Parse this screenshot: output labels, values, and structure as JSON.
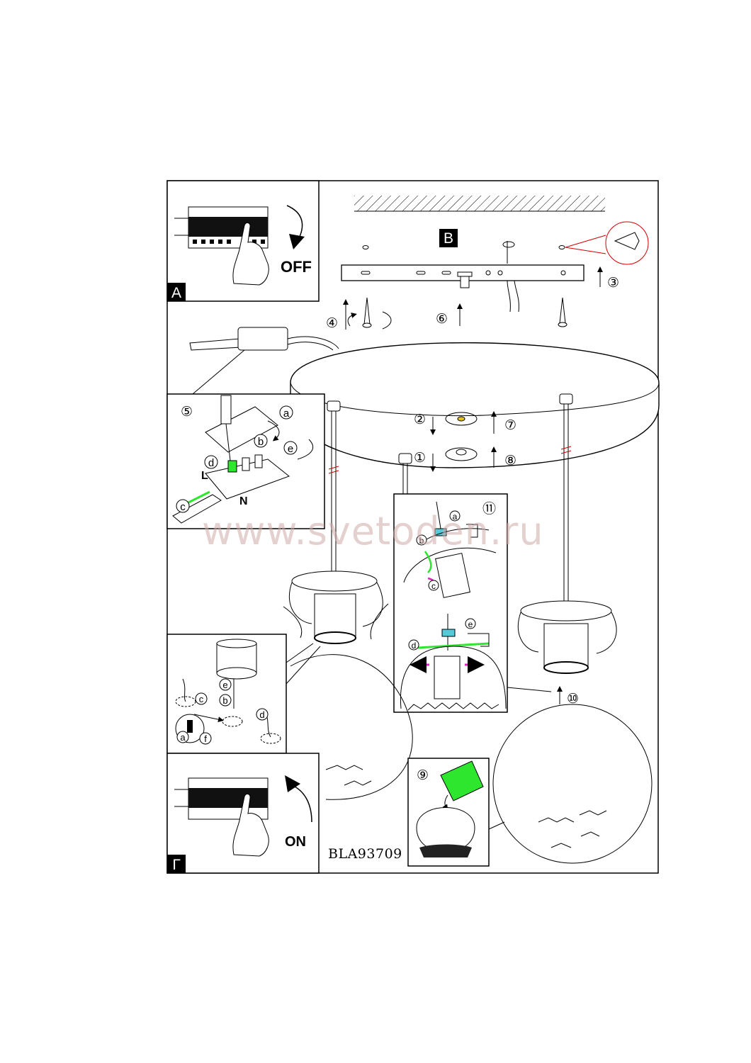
{
  "panels": {
    "a": {
      "tag": "A",
      "switch_label": "OFF"
    },
    "b": {
      "tag": "B"
    },
    "c": {
      "tag": "Г",
      "switch_label": "ON"
    }
  },
  "step_numbers": [
    "①",
    "②",
    "③",
    "④",
    "⑤",
    "⑥",
    "⑦",
    "⑧",
    "⑨",
    "⑩",
    "⑪"
  ],
  "sub_labels": [
    "a",
    "b",
    "c",
    "d",
    "e",
    "f"
  ],
  "wiring_marks": {
    "live": "L",
    "neutral": "N"
  },
  "model_code": "BLA93709",
  "watermark": "www.svetoden.ru",
  "colors": {
    "line": "#000000",
    "accent_green": "#2ee62e",
    "accent_magenta": "#e020c0",
    "accent_red": "#d00000",
    "watermark": "#cdaaa5"
  }
}
